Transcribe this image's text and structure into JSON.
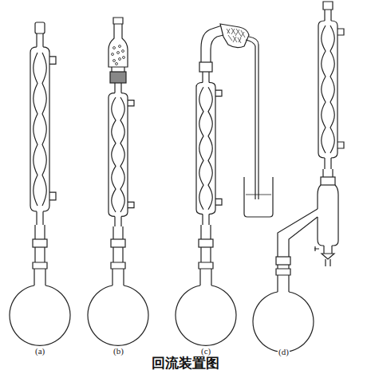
{
  "diagram": {
    "caption": "回流装置图",
    "labels": [
      "(a)",
      "(b)",
      "(c)",
      "(d)"
    ]
  }
}
